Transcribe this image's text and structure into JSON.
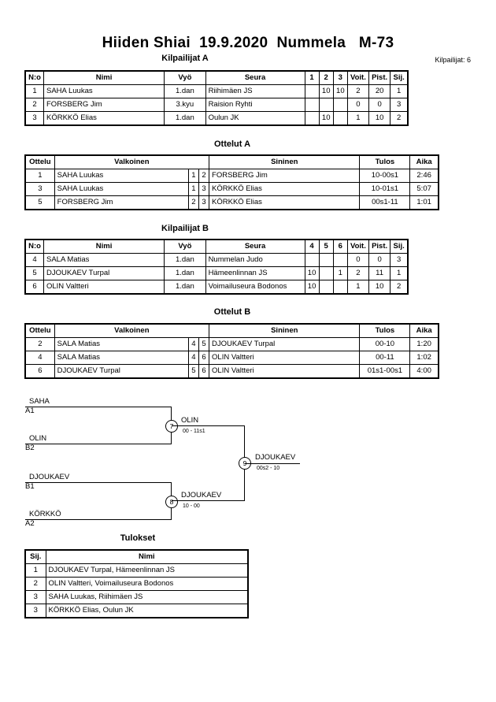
{
  "header": {
    "title": "Hiiden Shiai  19.9.2020  Nummela   M-73",
    "count": "Kilpailijat: 6"
  },
  "sections": {
    "kilpailijat_a": "Kilpailijat A",
    "ottelut_a": "Ottelut A",
    "kilpailijat_b": "Kilpailijat B",
    "ottelut_b": "Ottelut B",
    "tulokset": "Tulokset"
  },
  "compHeaders": {
    "no": "N:o",
    "name": "Nimi",
    "belt": "Vyö",
    "club": "Seura",
    "voit": "Voit.",
    "pist": "Pist.",
    "sij": "Sij."
  },
  "matchHeaders": {
    "ottelu": "Ottelu",
    "white": "Valkoinen",
    "blue": "Sininen",
    "result": "Tulos",
    "time": "Aika"
  },
  "poolA": {
    "cols": [
      "1",
      "2",
      "3"
    ],
    "rows": [
      {
        "no": "1",
        "name": "SAHA Luukas",
        "belt": "1.dan",
        "club": "Riihimäen JS",
        "s1": "",
        "s2": "10",
        "s3": "10",
        "voit": "2",
        "pist": "20",
        "sij": "1"
      },
      {
        "no": "2",
        "name": "FORSBERG Jim",
        "belt": "3.kyu",
        "club": "Raision Ryhti",
        "s1": "",
        "s2": "",
        "s3": "",
        "voit": "0",
        "pist": "0",
        "sij": "3"
      },
      {
        "no": "3",
        "name": "KÖRKKÖ Elias",
        "belt": "1.dan",
        "club": "Oulun JK",
        "s1": "",
        "s2": "10",
        "s3": "",
        "voit": "1",
        "pist": "10",
        "sij": "2"
      }
    ]
  },
  "matchesA": [
    {
      "no": "1",
      "white": "SAHA Luukas",
      "wn": "1",
      "bn": "2",
      "blue": "FORSBERG Jim",
      "result": "10-00s1",
      "time": "2:46"
    },
    {
      "no": "3",
      "white": "SAHA Luukas",
      "wn": "1",
      "bn": "3",
      "blue": "KÖRKKÖ Elias",
      "result": "10-01s1",
      "time": "5:07"
    },
    {
      "no": "5",
      "white": "FORSBERG Jim",
      "wn": "2",
      "bn": "3",
      "blue": "KÖRKKÖ Elias",
      "result": "00s1-11",
      "time": "1:01"
    }
  ],
  "poolB": {
    "cols": [
      "4",
      "5",
      "6"
    ],
    "rows": [
      {
        "no": "4",
        "name": "SALA Matias",
        "belt": "1.dan",
        "club": "Nummelan Judo",
        "s1": "",
        "s2": "",
        "s3": "",
        "voit": "0",
        "pist": "0",
        "sij": "3"
      },
      {
        "no": "5",
        "name": "DJOUKAEV Turpal",
        "belt": "1.dan",
        "club": "Hämeenlinnan JS",
        "s1": "10",
        "s2": "",
        "s3": "1",
        "voit": "2",
        "pist": "11",
        "sij": "1"
      },
      {
        "no": "6",
        "name": "OLIN Valtteri",
        "belt": "1.dan",
        "club": "Voimailuseura Bodonos",
        "s1": "10",
        "s2": "",
        "s3": "",
        "voit": "1",
        "pist": "10",
        "sij": "2"
      }
    ]
  },
  "matchesB": [
    {
      "no": "2",
      "white": "SALA Matias",
      "wn": "4",
      "bn": "5",
      "blue": "DJOUKAEV Turpal",
      "result": "00-10",
      "time": "1:20"
    },
    {
      "no": "4",
      "white": "SALA Matias",
      "wn": "4",
      "bn": "6",
      "blue": "OLIN Valtteri",
      "result": "00-11",
      "time": "1:02"
    },
    {
      "no": "6",
      "white": "DJOUKAEV Turpal",
      "wn": "5",
      "bn": "6",
      "blue": "OLIN Valtteri",
      "result": "01s1-00s1",
      "time": "4:00"
    }
  ],
  "bracket": {
    "semi1_top": {
      "name": "SAHA",
      "seed": "A1"
    },
    "semi1_bottom": {
      "name": "OLIN",
      "seed": "B2"
    },
    "semi2_top": {
      "name": "DJOUKAEV",
      "seed": "B1"
    },
    "semi2_bottom": {
      "name": "KÖRKKÖ",
      "seed": "A2"
    },
    "match7": {
      "num": "7",
      "winner": "OLIN",
      "score": "00 - 11s1"
    },
    "match8": {
      "num": "8",
      "winner": "DJOUKAEV",
      "score": "10 - 00"
    },
    "match9": {
      "num": "9",
      "winner": "DJOUKAEV",
      "score": "00s2 - 10"
    }
  },
  "results": {
    "headers": {
      "sij": "Sij.",
      "name": "Nimi"
    },
    "rows": [
      {
        "sij": "1",
        "name": "DJOUKAEV Turpal, Hämeenlinnan JS"
      },
      {
        "sij": "2",
        "name": "OLIN Valtteri, Voimailuseura Bodonos"
      },
      {
        "sij": "3",
        "name": "SAHA Luukas, Riihimäen JS"
      },
      {
        "sij": "3",
        "name": "KÖRKKÖ Elias, Oulun JK"
      }
    ]
  }
}
